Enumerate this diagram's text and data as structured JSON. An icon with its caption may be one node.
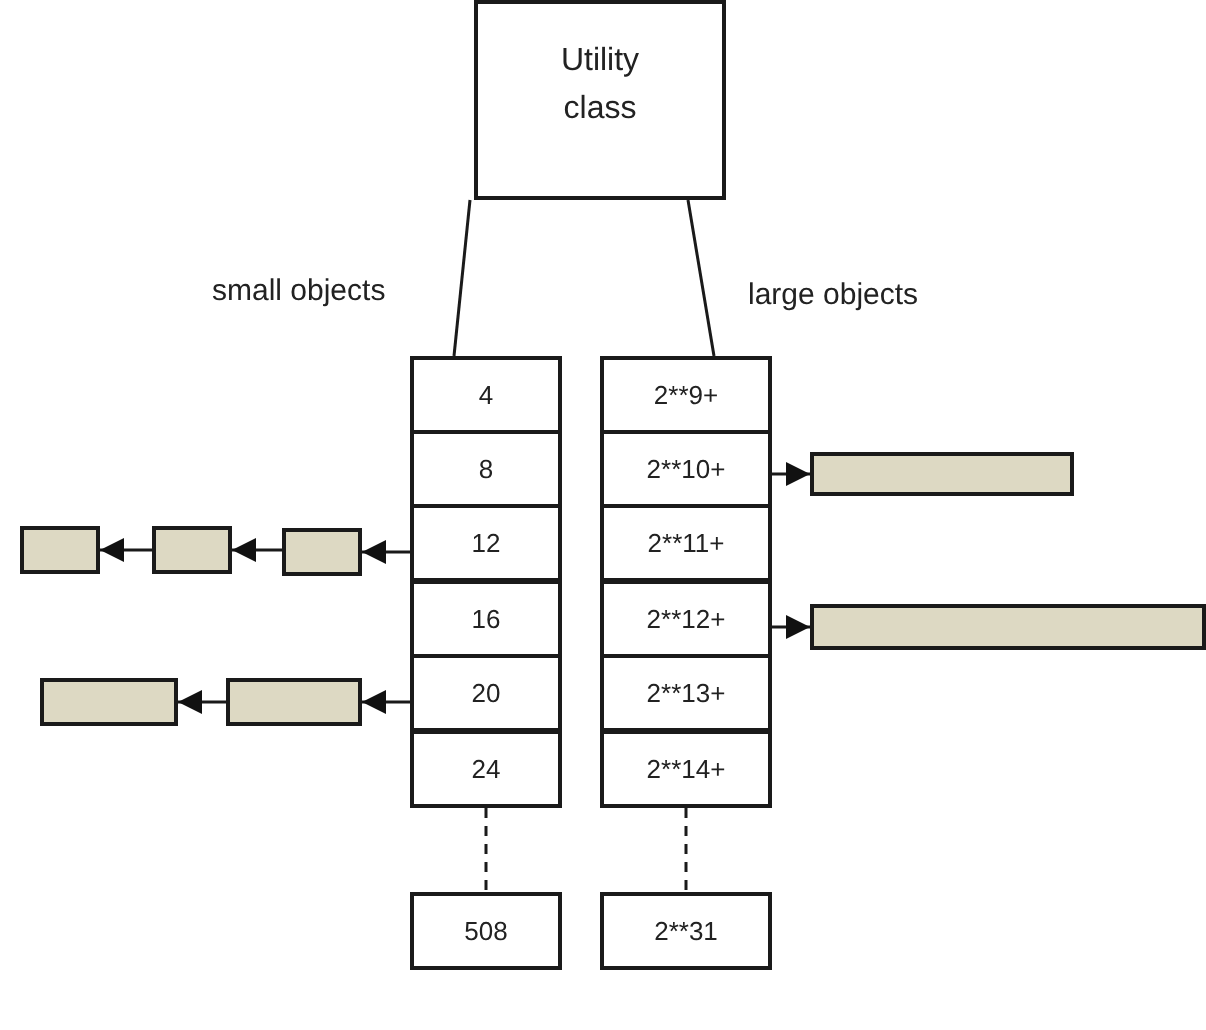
{
  "diagram": {
    "nodes": [
      {
        "text": [
          "Utility class"
        ]
      },
      {
        "text": [
          "4"
        ]
      },
      {
        "text": [
          "8"
        ]
      },
      {
        "text": [
          "12"
        ]
      },
      {
        "text": [
          "16"
        ]
      },
      {
        "text": [
          "20"
        ]
      },
      {
        "text": [
          "24"
        ]
      },
      {
        "text": [
          "508"
        ]
      },
      {
        "text": [
          "2**9+"
        ]
      },
      {
        "text": [
          "2**10+"
        ]
      },
      {
        "text": [
          "2**11+"
        ]
      },
      {
        "text": [
          "2**12+"
        ]
      },
      {
        "text": [
          "2**13+"
        ]
      },
      {
        "text": [
          "2**14+"
        ]
      },
      {
        "text": [
          "2**31"
        ]
      },
      {
        "text": [],
        "shape": "box"
      },
      {
        "text": [],
        "shape": "box"
      },
      {
        "text": [],
        "shape": "box"
      },
      {
        "text": [],
        "shape": "box"
      },
      {
        "text": [],
        "shape": "box"
      },
      {
        "text": [],
        "shape": "box"
      },
      {
        "text": [],
        "shape": "box"
      }
    ],
    "edges": [
      {
        "from": 0,
        "to": 1,
        "arrow": "none"
      },
      {
        "from": 0,
        "to": 8,
        "arrow": "none"
      },
      {
        "from": 3,
        "to": 17,
        "arrow": "to"
      },
      {
        "from": 17,
        "to": 16,
        "arrow": "to"
      },
      {
        "from": 16,
        "to": 15,
        "arrow": "to"
      },
      {
        "from": 5,
        "to": 19,
        "arrow": "to"
      },
      {
        "from": 19,
        "to": 18,
        "arrow": "to"
      },
      {
        "from": 9,
        "to": 20,
        "arrow": "to"
      },
      {
        "from": 11,
        "to": 21,
        "arrow": "to"
      },
      {
        "from": 6,
        "to": 7,
        "arrow": "none",
        "style": "dashed"
      },
      {
        "from": 13,
        "to": 14,
        "arrow": "none",
        "style": "dashed"
      }
    ],
    "labels": [
      "small objects",
      "large objects"
    ]
  }
}
